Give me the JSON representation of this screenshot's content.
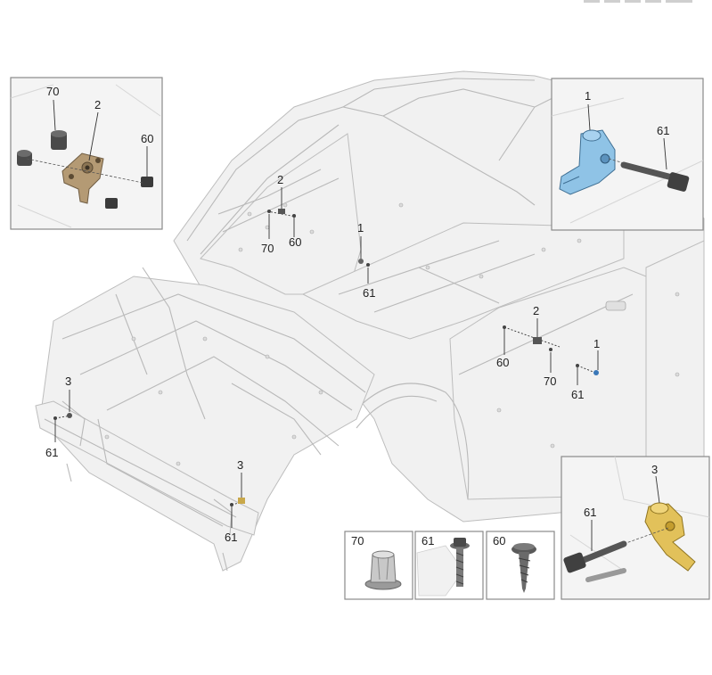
{
  "callouts": {
    "part_1_roof": "1",
    "part_61_roof": "61",
    "part_2_apillar": "2",
    "part_70_apillar": "70",
    "part_60_apillar": "60",
    "part_2_door": "2",
    "part_60_door": "60",
    "part_70_door": "70",
    "part_1_door": "1",
    "part_61_door": "61",
    "part_3_left": "3",
    "part_61_left": "61",
    "part_3_front": "3",
    "part_61_front": "61"
  },
  "inset_topleft": {
    "label_70": "70",
    "label_2": "2",
    "label_60": "60"
  },
  "inset_topright": {
    "label_1": "1",
    "label_61": "61"
  },
  "inset_bottomright": {
    "label_3": "3",
    "label_61": "61"
  },
  "fastener_legend": [
    {
      "number": "70",
      "icon": "clip-nut-icon"
    },
    {
      "number": "61",
      "icon": "flange-bolt-icon"
    },
    {
      "number": "60",
      "icon": "self-tapping-screw-icon"
    }
  ],
  "colors": {
    "sensor_blue": "#8fc3e6",
    "sensor_gold": "#e2c15a",
    "bracket_bronze": "#b49a74"
  }
}
